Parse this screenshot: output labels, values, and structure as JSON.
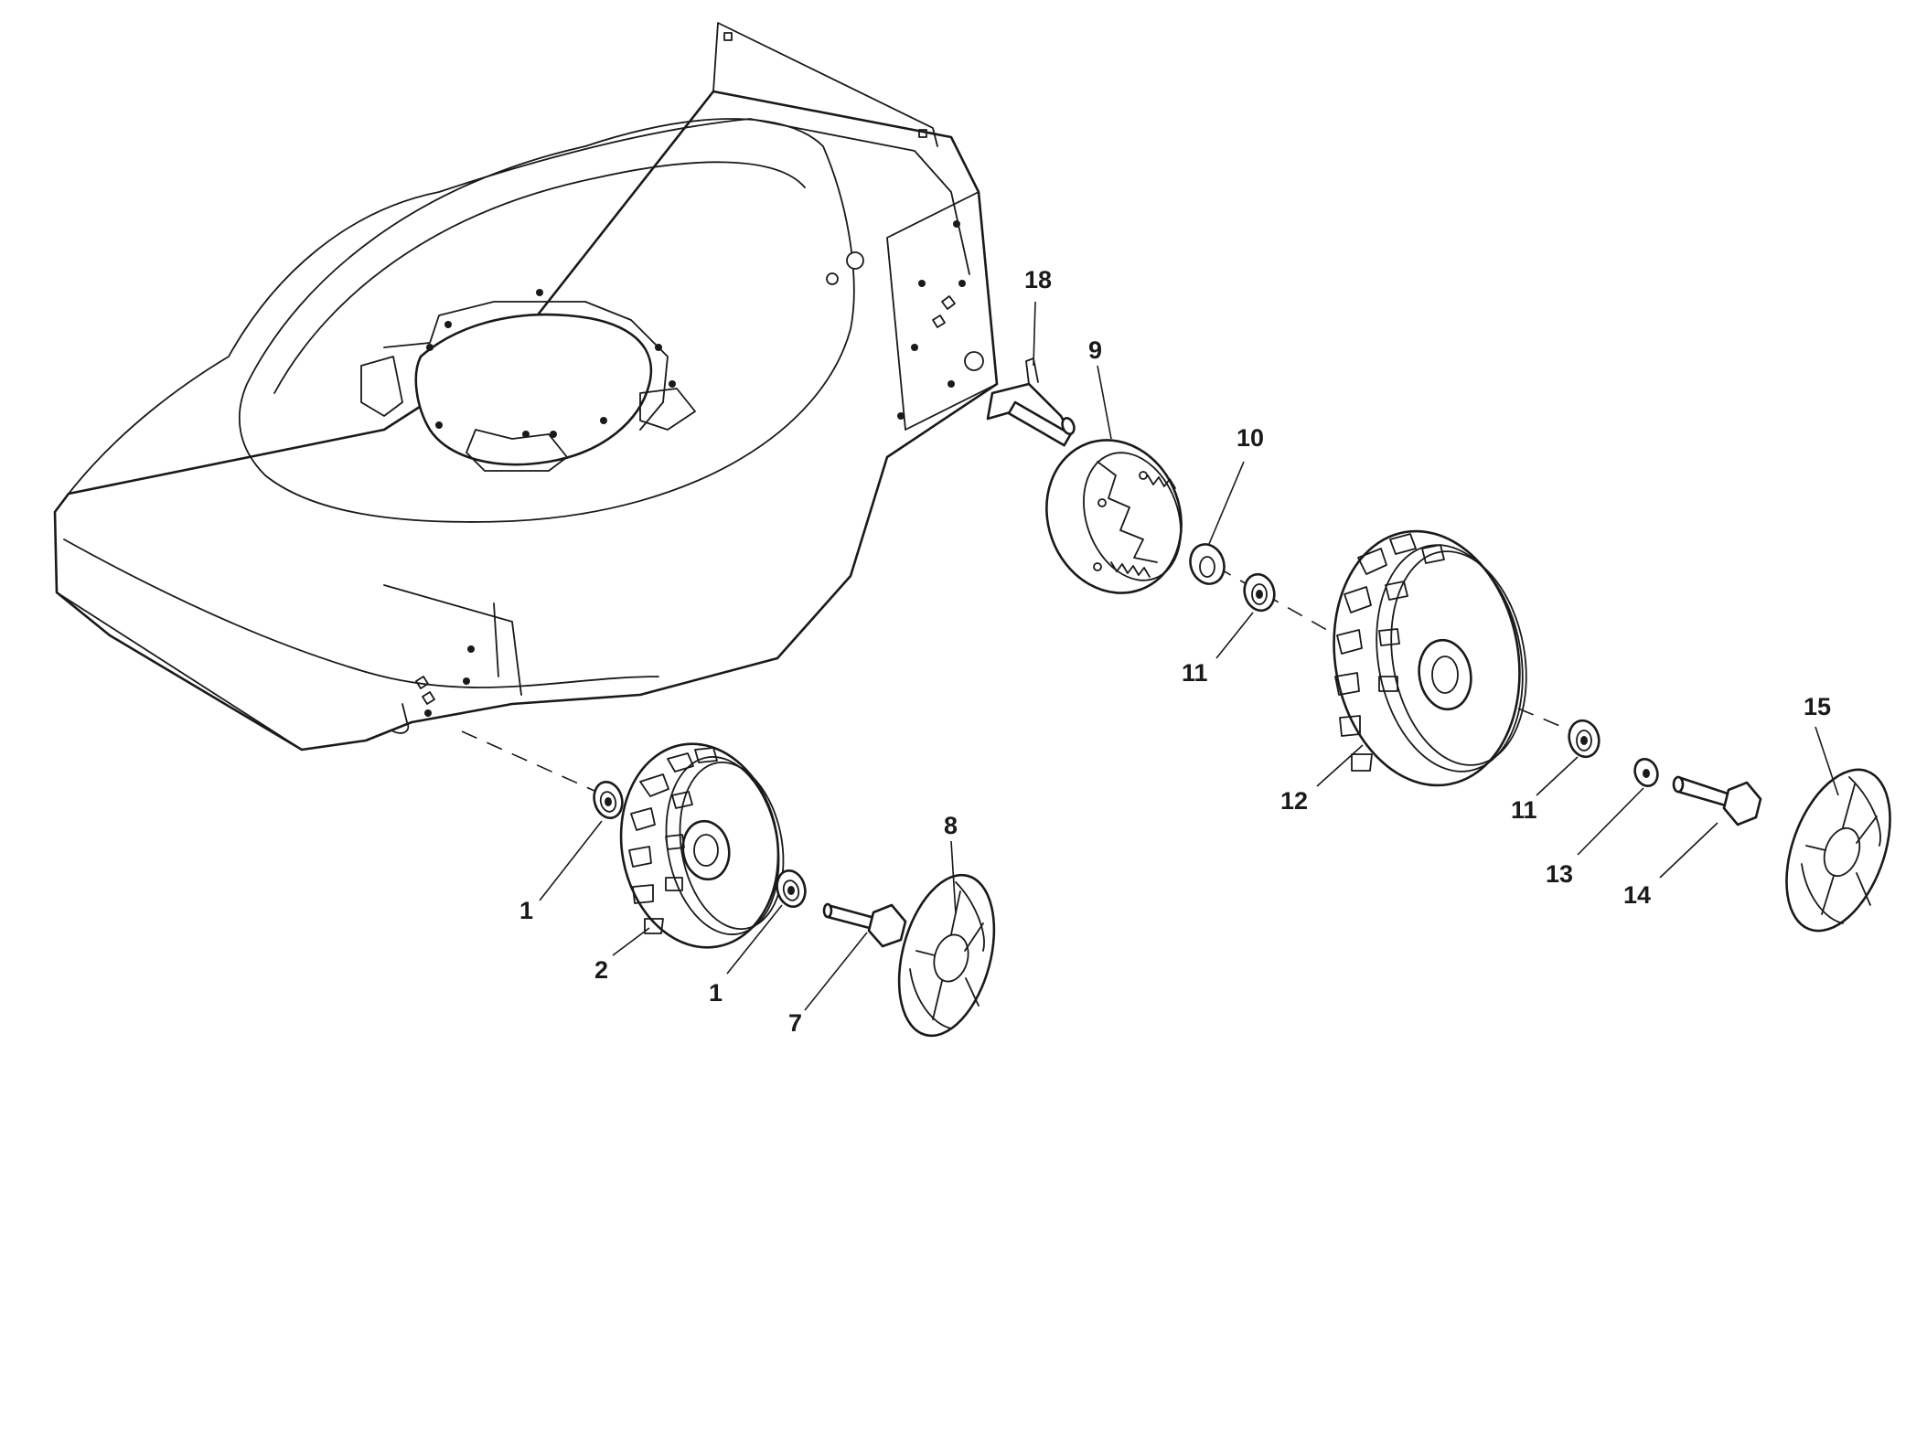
{
  "callouts": [
    {
      "id": "c1a",
      "label": "1"
    },
    {
      "id": "c2",
      "label": "2"
    },
    {
      "id": "c1b",
      "label": "1"
    },
    {
      "id": "c7",
      "label": "7"
    },
    {
      "id": "c8",
      "label": "8"
    },
    {
      "id": "c18",
      "label": "18"
    },
    {
      "id": "c9",
      "label": "9"
    },
    {
      "id": "c10",
      "label": "10"
    },
    {
      "id": "c11a",
      "label": "11"
    },
    {
      "id": "c12",
      "label": "12"
    },
    {
      "id": "c11b",
      "label": "11"
    },
    {
      "id": "c13",
      "label": "13"
    },
    {
      "id": "c14",
      "label": "14"
    },
    {
      "id": "c15",
      "label": "15"
    }
  ],
  "colors": {
    "line": "#1a1a1a",
    "background": "#ffffff"
  }
}
